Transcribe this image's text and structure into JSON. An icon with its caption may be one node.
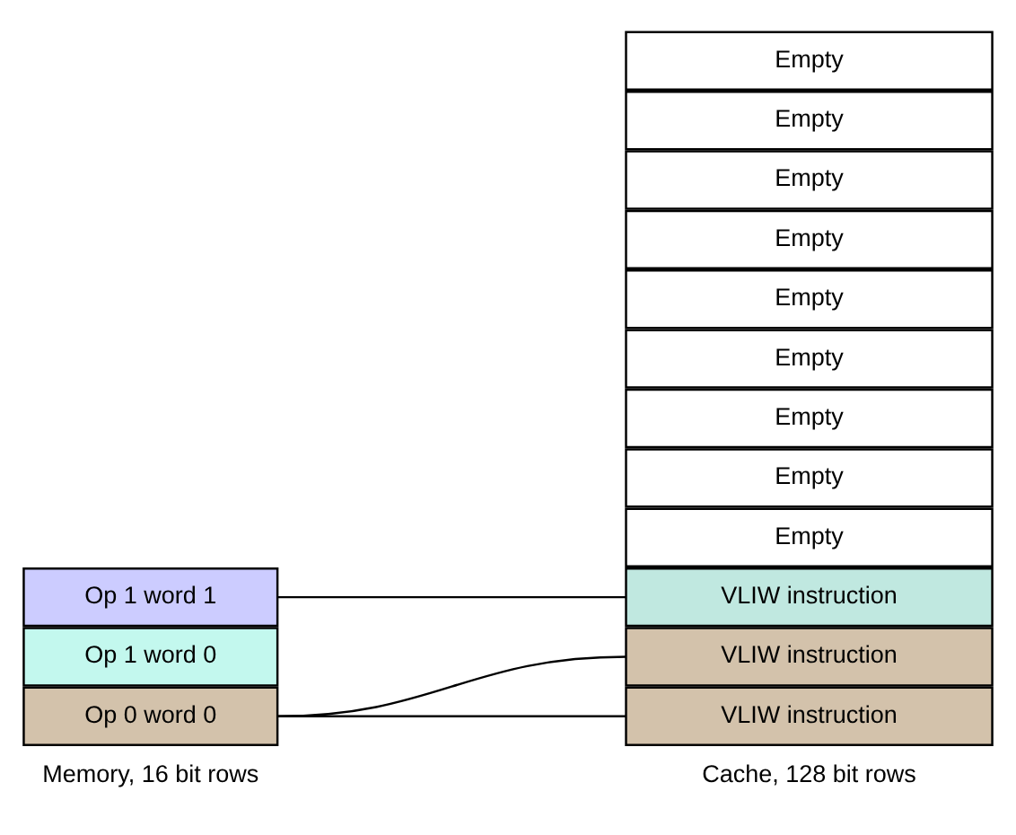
{
  "diagram": {
    "nodes": [
      {
        "text": [
          "Op 0 word 0"
        ]
      },
      {
        "text": [
          "Op 1 word 0"
        ]
      },
      {
        "text": [
          "Op 1 word 1"
        ]
      },
      {
        "text": [
          "VLIW instruction"
        ]
      },
      {
        "text": [
          "VLIW instruction"
        ]
      },
      {
        "text": [
          "VLIW instruction"
        ]
      },
      {
        "text": [
          "Empty"
        ]
      },
      {
        "text": [
          "Empty"
        ]
      },
      {
        "text": [
          "Empty"
        ]
      },
      {
        "text": [
          "Empty"
        ]
      },
      {
        "text": [
          "Empty"
        ]
      },
      {
        "text": [
          "Empty"
        ]
      },
      {
        "text": [
          "Empty"
        ]
      },
      {
        "text": [
          "Empty"
        ]
      },
      {
        "text": [
          "Empty"
        ]
      }
    ],
    "edges": [
      {
        "from": 0,
        "to": 3,
        "arrow": "none"
      },
      {
        "from": 0,
        "to": 4,
        "arrow": "none"
      },
      {
        "from": 2,
        "to": 5,
        "arrow": "none"
      }
    ],
    "labels": [
      "Memory, 16 bit rows",
      "Cache, 128 bit rows"
    ]
  }
}
